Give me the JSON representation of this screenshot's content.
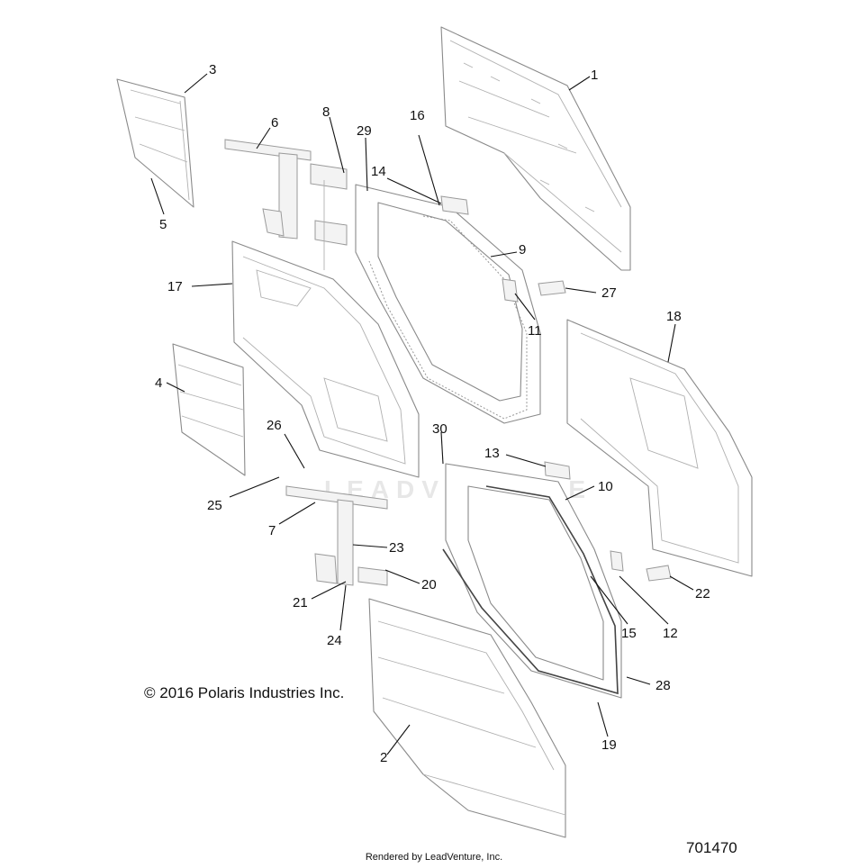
{
  "diagram": {
    "callouts": [
      "1",
      "2",
      "3",
      "4",
      "5",
      "6",
      "7",
      "8",
      "9",
      "10",
      "11",
      "12",
      "13",
      "14",
      "15",
      "16",
      "17",
      "18",
      "19",
      "20",
      "21",
      "22",
      "23",
      "24",
      "25",
      "26",
      "27",
      "28",
      "29",
      "30"
    ]
  },
  "copyright": "© 2016 Polaris Industries Inc.",
  "part_number": "701470",
  "rendered_by": "Rendered by LeadVenture, Inc.",
  "watermark": "LEADVENTURE",
  "colors": {
    "line": "#8a8a8a",
    "text": "#111111"
  }
}
